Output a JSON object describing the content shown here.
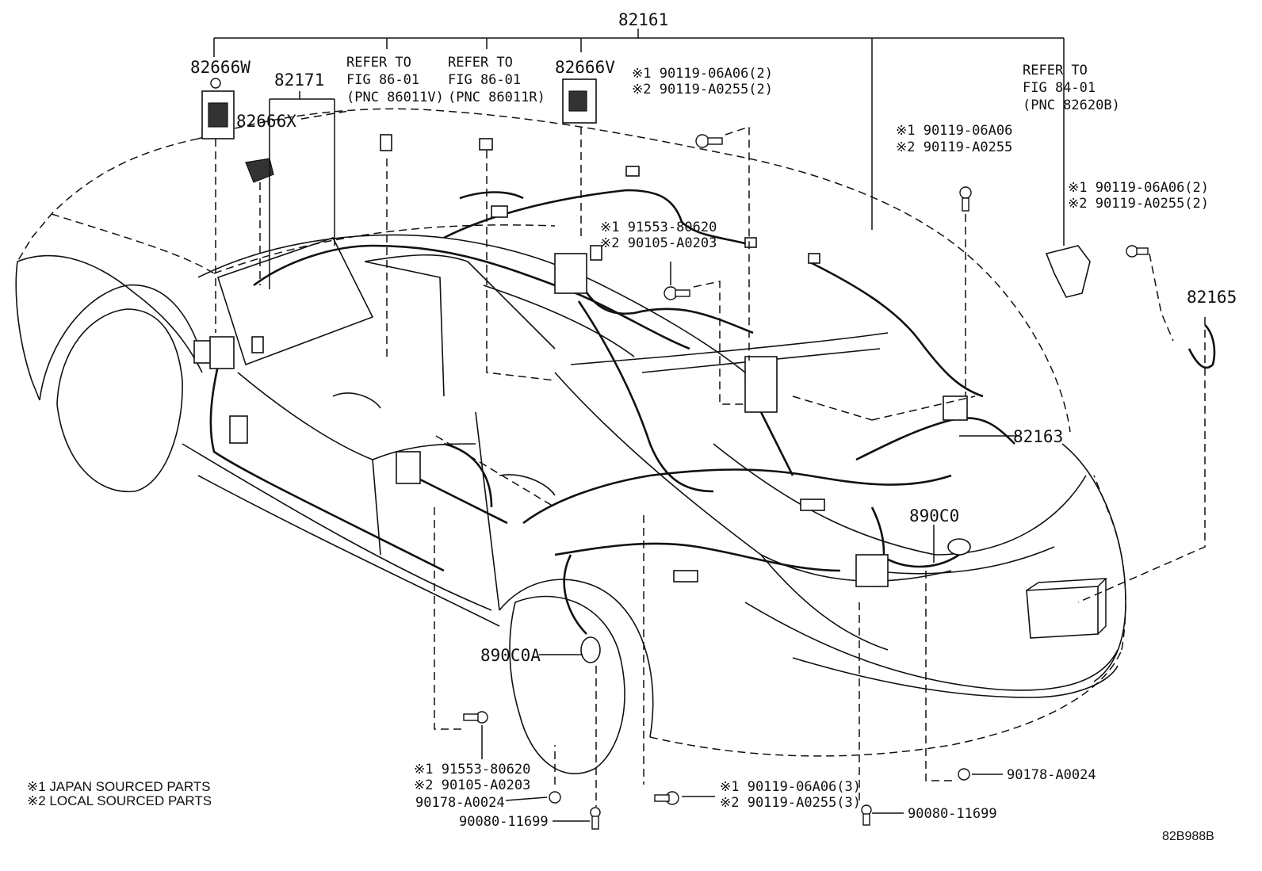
{
  "diagram": {
    "labels": {
      "harness_82161": "82161",
      "clamp_82666w": "82666W",
      "harness_82171": "82171",
      "clamp_82666x": "82666X",
      "refer_a_line1": "REFER TO",
      "refer_a_line2": "FIG 86-01",
      "refer_a_line3": "(PNC 86011V)",
      "refer_b_line1": "REFER TO",
      "refer_b_line2": "FIG 86-01",
      "refer_b_line3": "(PNC 86011R)",
      "clamp_82666v": "82666V",
      "bolt_top_line1": "※1 90119-06A06(2)",
      "bolt_top_line2": "※2 90119-A0255(2)",
      "refer_c_line1": "REFER TO",
      "refer_c_line2": "FIG 84-01",
      "refer_c_line3": "(PNC 82620B)",
      "bolt_right_line1": "※1 90119-06A06",
      "bolt_right_line2": "※2 90119-A0255",
      "bolt_far_line1": "※1 90119-06A06(2)",
      "bolt_far_line2": "※2 90119-A0255(2)",
      "harness_82165": "82165",
      "bolt_center_line1": "※1 91553-80620",
      "bolt_center_line2": "※2 90105-A0203",
      "harness_82163": "82163",
      "sensor_890c0": "890C0",
      "sensor_890c0a": "890C0A",
      "bolt_bottom_left_line1": "※1 91553-80620",
      "bolt_bottom_left_line2": "※2 90105-A0203",
      "grommet_left": "90178-A0024",
      "screw_left": "90080-11699",
      "bolt_bottom_center_line1": "※1 90119-06A06(3)",
      "bolt_bottom_center_line2": "※2 90119-A0255(3)",
      "grommet_right": "90178-A0024",
      "screw_right": "90080-11699",
      "legend_1": "※1 JAPAN SOURCED PARTS",
      "legend_2": "※2 LOCAL SOURCED PARTS",
      "figure_code": "82B988B"
    }
  }
}
